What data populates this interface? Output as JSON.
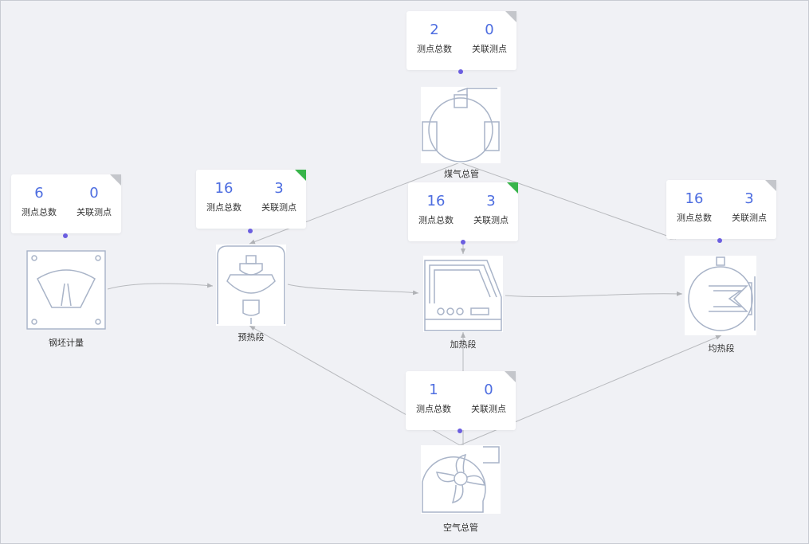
{
  "nodes": {
    "gangpi": {
      "name": "钢坯计量",
      "total": "6",
      "linked": "0",
      "total_label": "测点总数",
      "linked_label": "关联测点",
      "badge": "gray"
    },
    "yure": {
      "name": "预热段",
      "total": "16",
      "linked": "3",
      "total_label": "测点总数",
      "linked_label": "关联测点",
      "badge": "green"
    },
    "meiqi": {
      "name": "煤气总管",
      "total": "2",
      "linked": "0",
      "total_label": "测点总数",
      "linked_label": "关联测点",
      "badge": "gray"
    },
    "jiare": {
      "name": "加热段",
      "total": "16",
      "linked": "3",
      "total_label": "测点总数",
      "linked_label": "关联测点",
      "badge": "green"
    },
    "junre": {
      "name": "均热段",
      "total": "16",
      "linked": "3",
      "total_label": "测点总数",
      "linked_label": "关联测点",
      "badge": "gray"
    },
    "kongqi": {
      "name": "空气总管",
      "total": "1",
      "linked": "0",
      "total_label": "测点总数",
      "linked_label": "关联测点",
      "badge": "gray"
    }
  },
  "colors": {
    "number": "#4d6de0",
    "dot": "#6b5ee0",
    "icon_stroke": "#a9b4c8",
    "link": "#b8babe",
    "badge_green": "#38b44a",
    "badge_gray": "#c4c6cb"
  }
}
